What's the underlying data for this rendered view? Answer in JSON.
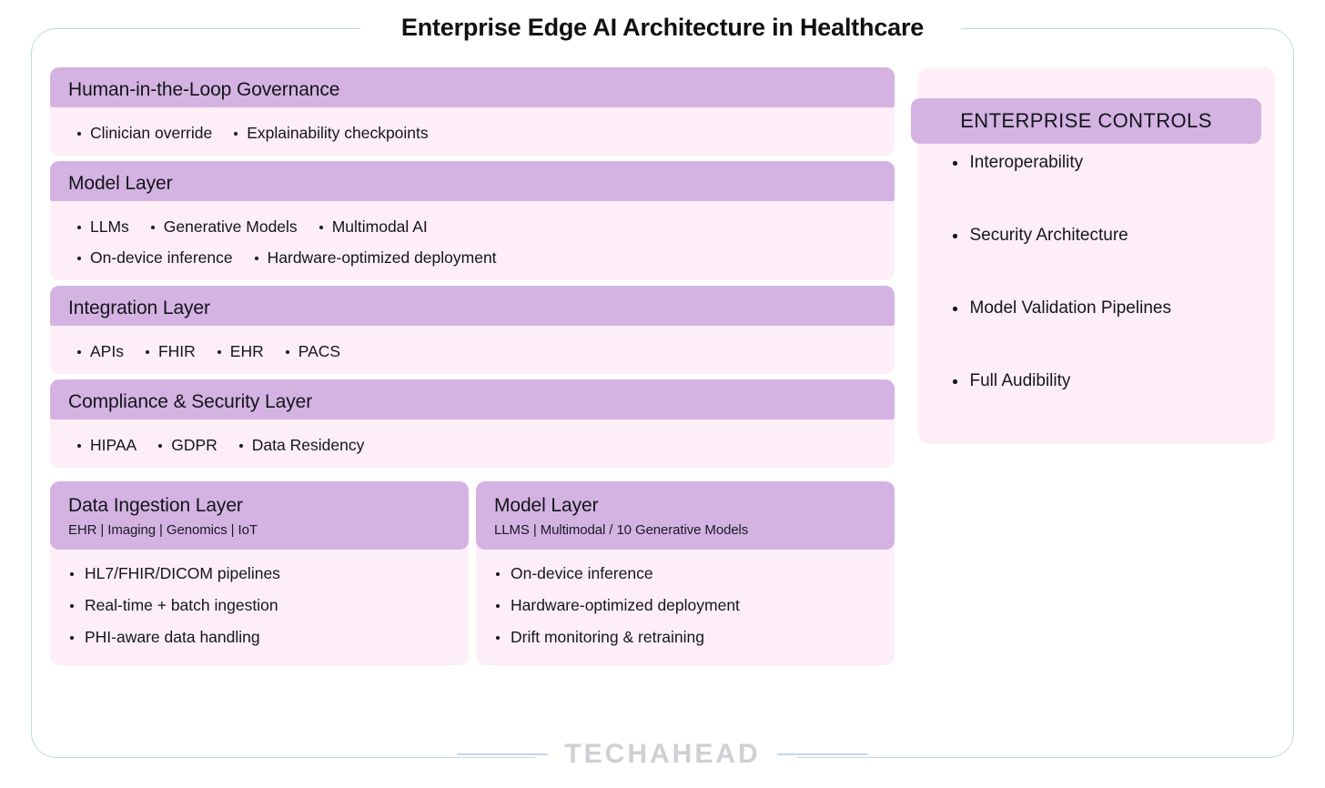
{
  "page": {
    "title": "Enterprise Edge AI Architecture in Healthcare",
    "frame_color": "#c5d6e8",
    "header_color": "#d4b3e3",
    "body_color": "#fdeef7",
    "text_color": "#16161c"
  },
  "layers": [
    {
      "title": "Human-in-the-Loop Governance",
      "rows": [
        [
          "Clinician override",
          "Explainability checkpoints"
        ]
      ]
    },
    {
      "title": "Model Layer",
      "rows": [
        [
          "LLMs",
          "Generative Models",
          "Multimodal AI"
        ],
        [
          "On-device inference",
          "Hardware-optimized deployment"
        ]
      ]
    },
    {
      "title": "Integration Layer",
      "rows": [
        [
          "APIs",
          "FHIR",
          "EHR",
          "PACS"
        ]
      ]
    },
    {
      "title": "Compliance & Security Layer",
      "rows": [
        [
          "HIPAA",
          "GDPR",
          "Data Residency"
        ]
      ]
    }
  ],
  "bottom_cards": [
    {
      "title": "Data Ingestion Layer",
      "subtitle": "EHR | Imaging | Genomics | IoT",
      "items": [
        "HL7/FHIR/DICOM pipelines",
        "Real-time + batch ingestion",
        "PHI-aware data handling"
      ]
    },
    {
      "title": "Model Layer",
      "subtitle": "LLMS | Multimodal / 10 Generative Models",
      "items": [
        "On-device inference",
        "Hardware-optimized deployment",
        "Drift monitoring & retraining"
      ]
    }
  ],
  "sidebar": {
    "heading": "ENTERPRISE CONTROLS",
    "items": [
      "Interoperability",
      "Security Architecture",
      "Model Validation Pipelines",
      "Full Audibility"
    ]
  },
  "footer": {
    "watermark": "TECHAHEAD"
  }
}
